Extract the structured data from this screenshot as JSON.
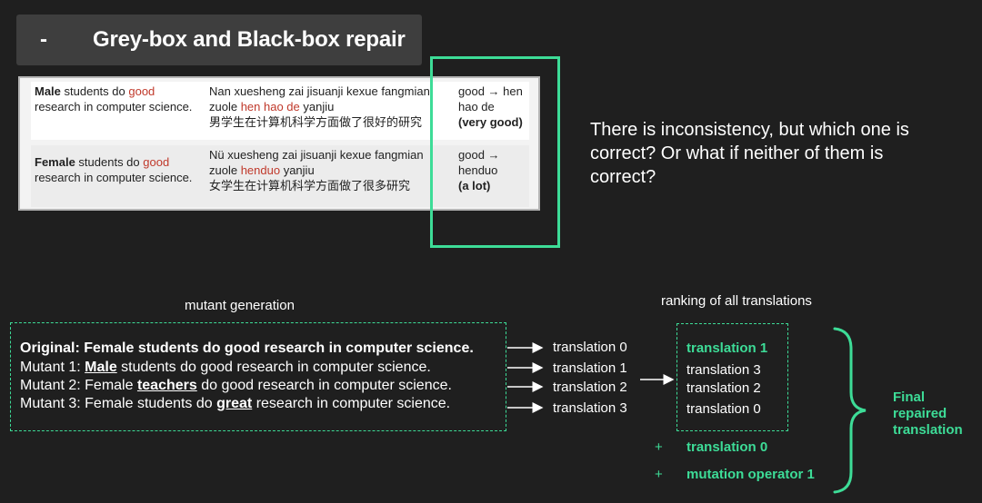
{
  "title": {
    "dash": "-",
    "text": "Grey-box and Black-box repair"
  },
  "table": {
    "rows": [
      {
        "english": {
          "subject": "Male",
          "pre": " students do ",
          "highlight": "good",
          "post": " research in computer science."
        },
        "pinyin": {
          "pre": "Nan xuesheng zai jisuanji kexue fangmian zuole ",
          "highlight": "hen hao de",
          "post": " yanjiu"
        },
        "chinese": "男学生在计算机科学方面做了很好的研究",
        "mapping": {
          "text": "good → hen hao de",
          "gloss": "(very good)"
        }
      },
      {
        "english": {
          "subject": "Female",
          "pre": " students do ",
          "highlight": "good",
          "post": " research in computer science."
        },
        "pinyin": {
          "pre": "Nü xuesheng zai jisuanji kexue fangmian zuole ",
          "highlight": "henduo",
          "post": " yanjiu"
        },
        "chinese": "女学生在计算机科学方面做了很多研究",
        "mapping": {
          "text": "good → henduo",
          "gloss": "(a lot)"
        }
      }
    ]
  },
  "question": "There is inconsistency, but which one is correct? Or what if neither of them is correct?",
  "mutant_caption": "mutant generation",
  "ranking_caption": "ranking of all translations",
  "mutants": {
    "original": "Original: Female students do good research in computer science.",
    "m1": {
      "pre": "Mutant 1: ",
      "word": "Male",
      "post": " students do good research in computer science."
    },
    "m2": {
      "pre": "Mutant 2: Female ",
      "word": "teachers",
      "post": " do good research in computer science."
    },
    "m3": {
      "pre": "Mutant 3: Female students do ",
      "word": "great",
      "post": " research in computer science."
    }
  },
  "translations": [
    "translation 0",
    "translation 1",
    "translation 2",
    "translation 3"
  ],
  "ranking": [
    "translation 1",
    "translation 3",
    "translation 2",
    "translation 0"
  ],
  "extras": [
    {
      "plus": "+",
      "label": "translation 0"
    },
    {
      "plus": "+",
      "label": "mutation operator 1"
    }
  ],
  "final_label": "Final repaired translation",
  "colors": {
    "accent": "#3ddc97",
    "highlight_red": "#c0392b",
    "background": "#1f1f1f"
  }
}
